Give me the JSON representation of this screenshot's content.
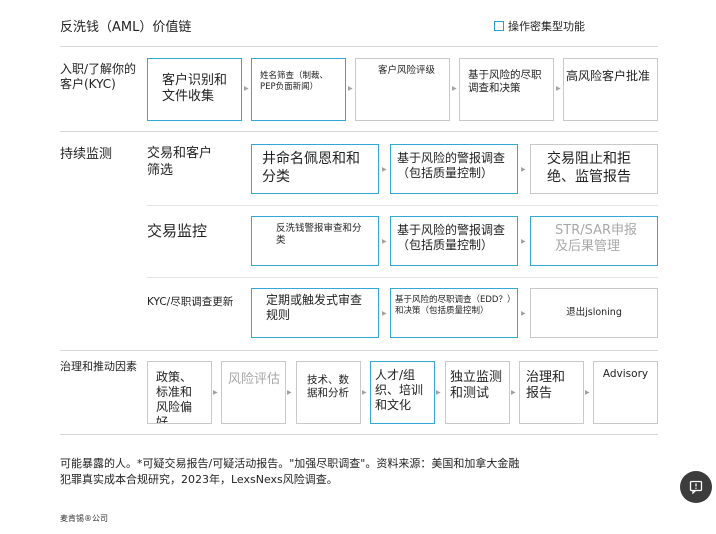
{
  "header": {
    "title": "反洗钱（AML）价值链",
    "legend_label": "操作密集型功能"
  },
  "sections": {
    "onboarding": {
      "label": "入职/了解你的客户(KYC)",
      "boxes": [
        "客户识别和文件收集",
        "姓名筛查（制裁、PEP负面新闻）",
        "客户风险评级",
        "基于风险的尽职调查和决策",
        "高风险客户批准"
      ]
    },
    "monitoring": {
      "label": "持续监测",
      "rows": [
        {
          "label": "交易和客户筛选",
          "boxes": [
            "井命名佩恩和和分类",
            "基于风险的警报调查（包括质量控制）",
            "交易阻止和拒绝、监管报告"
          ]
        },
        {
          "label": "交易监控",
          "boxes": [
            "反洗钱警报审查和分类",
            "基于风险的警报调查（包括质量控制）",
            "STR/SAR申报及后果管理"
          ]
        },
        {
          "label": "KYC/尽职调查更新",
          "boxes": [
            "定期或触发式审查规则",
            "基于风险的尽职调查（EDD？）和决策（包括质量控制）",
            "退出jsloning"
          ]
        }
      ]
    },
    "governance": {
      "label": "治理和推动因素",
      "boxes": [
        "政策、标准和风险偏好",
        "风险评估",
        "技术、数据和分析",
        "人才/组织、培训和文化",
        "独立监测和测试",
        "治理和报告",
        "Advisory"
      ]
    }
  },
  "footnote": "可能暴露的人。*可疑交易报告/可疑活动报告。\"加强尽职调查\"。资料来源：美国和加拿大金融犯罪真实成本合规研究，2023年，LexsNexs风险调查。",
  "brand": "麦肯锡®公司",
  "icons": {
    "chat": "chat-icon",
    "arrow": "triangle-right-icon"
  },
  "colors": {
    "highlight": "#34a8cf",
    "border": "#c9c9c9",
    "muted": "#a8a8a8"
  }
}
